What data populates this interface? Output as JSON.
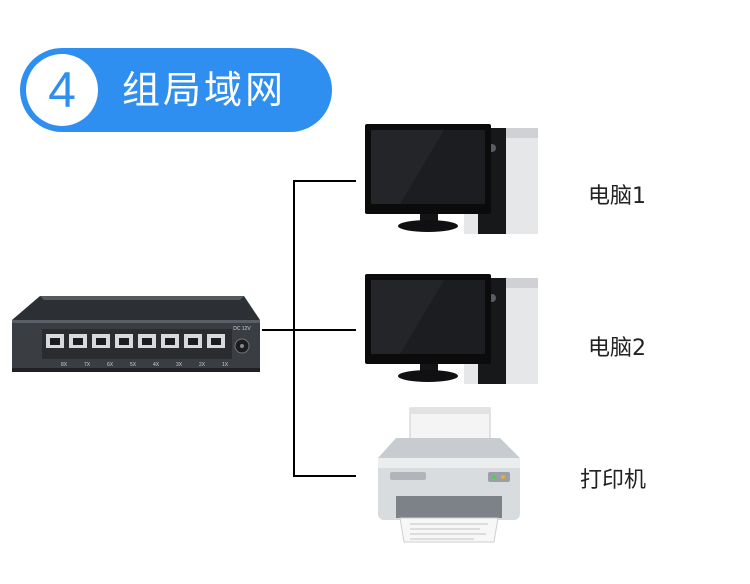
{
  "header": {
    "step_number": "4",
    "title": "组局域网"
  },
  "switch": {
    "power_label": "DC 12V",
    "port_labels": [
      "8X",
      "7X",
      "6X",
      "5X",
      "4X",
      "3X",
      "2X",
      "1X"
    ]
  },
  "devices": [
    {
      "label": "电脑1",
      "icon": "desktop-computer-icon"
    },
    {
      "label": "电脑2",
      "icon": "desktop-computer-icon"
    },
    {
      "label": "打印机",
      "icon": "printer-icon"
    }
  ],
  "colors": {
    "accent": "#2f8ff0",
    "switch_body": "#3a3d42",
    "line": "#000000"
  }
}
